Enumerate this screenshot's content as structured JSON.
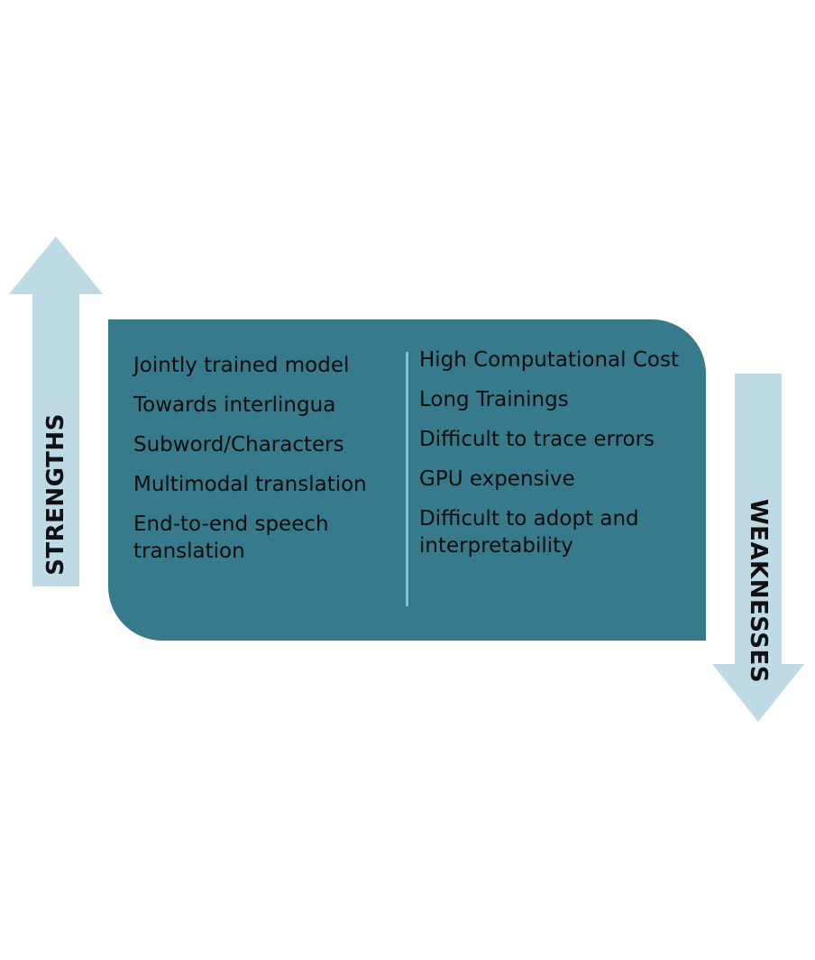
{
  "strengths": {
    "label": "STRENGTHS",
    "items": [
      "Jointly trained model",
      "Towards interlingua",
      "Subword/Characters",
      "Multimodal translation",
      "End-to-end speech translation"
    ]
  },
  "weaknesses": {
    "label": "WEAKNESSES",
    "items": [
      "High Computational Cost",
      "Long Trainings",
      "Difficult to trace errors",
      "GPU expensive",
      "Difficult to adopt and interpretability"
    ]
  },
  "colors": {
    "panel": "#367a8c",
    "arrow": "#bedae4",
    "divider": "#7cc3d8",
    "text": "#0d0d0d"
  }
}
